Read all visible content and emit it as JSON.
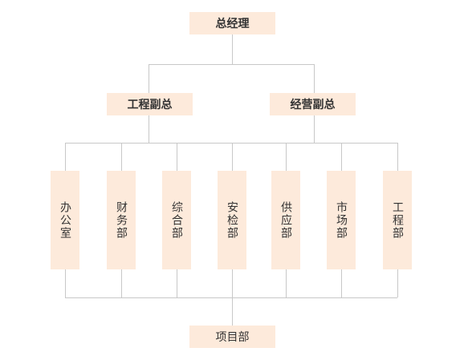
{
  "top": {
    "label": "总经理"
  },
  "vice": [
    {
      "label": "工程副总"
    },
    {
      "label": "经营副总"
    }
  ],
  "departments": [
    {
      "label": "办公室"
    },
    {
      "label": "财务部"
    },
    {
      "label": "综合部"
    },
    {
      "label": "安检部"
    },
    {
      "label": "供应部"
    },
    {
      "label": "市场部"
    },
    {
      "label": "工程部"
    }
  ],
  "bottom": {
    "label": "项目部"
  },
  "colors": {
    "box_fill": "#fdeadb",
    "line": "#c8c8c8",
    "text": "#333333"
  }
}
